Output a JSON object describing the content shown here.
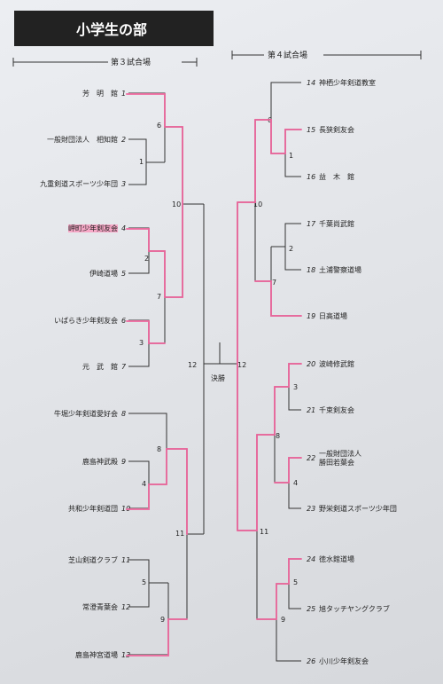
{
  "header": {
    "title": "小学生の部",
    "court_left": "第３試合場",
    "court_right": "第４試合場"
  },
  "final_label": "決勝",
  "left_teams": [
    {
      "seed": "1",
      "name": "芳　明　館"
    },
    {
      "seed": "2",
      "name": "一般財団法人　相知館"
    },
    {
      "seed": "3",
      "name": "九重剣道スポーツ少年団"
    },
    {
      "seed": "4",
      "name": "岬町少年剣友会"
    },
    {
      "seed": "5",
      "name": "伊崎道場"
    },
    {
      "seed": "6",
      "name": "いばらき少年剣友会"
    },
    {
      "seed": "7",
      "name": "元　武　館"
    },
    {
      "seed": "8",
      "name": "牛堀少年剣道愛好会"
    },
    {
      "seed": "9",
      "name": "鹿島神武殿"
    },
    {
      "seed": "10",
      "name": "共和少年剣道団"
    },
    {
      "seed": "11",
      "name": "芝山剣道クラブ"
    },
    {
      "seed": "12",
      "name": "常澄青葉会"
    },
    {
      "seed": "13",
      "name": "鹿島神宮道場"
    }
  ],
  "right_teams": [
    {
      "seed": "14",
      "name": "神栖少年剣道教室"
    },
    {
      "seed": "15",
      "name": "長狭剣友会"
    },
    {
      "seed": "16",
      "name": "益　木　館"
    },
    {
      "seed": "17",
      "name": "千葉尚武館"
    },
    {
      "seed": "18",
      "name": "土浦警察道場"
    },
    {
      "seed": "19",
      "name": "日高道場"
    },
    {
      "seed": "20",
      "name": "波崎修武館"
    },
    {
      "seed": "21",
      "name": "千束剣友会"
    },
    {
      "seed": "22",
      "name": "一般財団法人\n勝田若葉会"
    },
    {
      "seed": "23",
      "name": "野栄剣道スポーツ少年団"
    },
    {
      "seed": "24",
      "name": "徳水館道場"
    },
    {
      "seed": "25",
      "name": "旭タッチヤングクラブ"
    },
    {
      "seed": "26",
      "name": "小川少年剣友会"
    }
  ],
  "match_numbers": {
    "left": [
      "6",
      "1",
      "10",
      "2",
      "7",
      "3",
      "12",
      "8",
      "4",
      "11",
      "5",
      "9"
    ],
    "right": [
      "6",
      "1",
      "10",
      "2",
      "7",
      "12",
      "8",
      "3",
      "4",
      "11",
      "5",
      "9"
    ]
  },
  "colors": {
    "highlight": "#f06aa0",
    "line": "#333333",
    "title_bg": "#222222"
  }
}
